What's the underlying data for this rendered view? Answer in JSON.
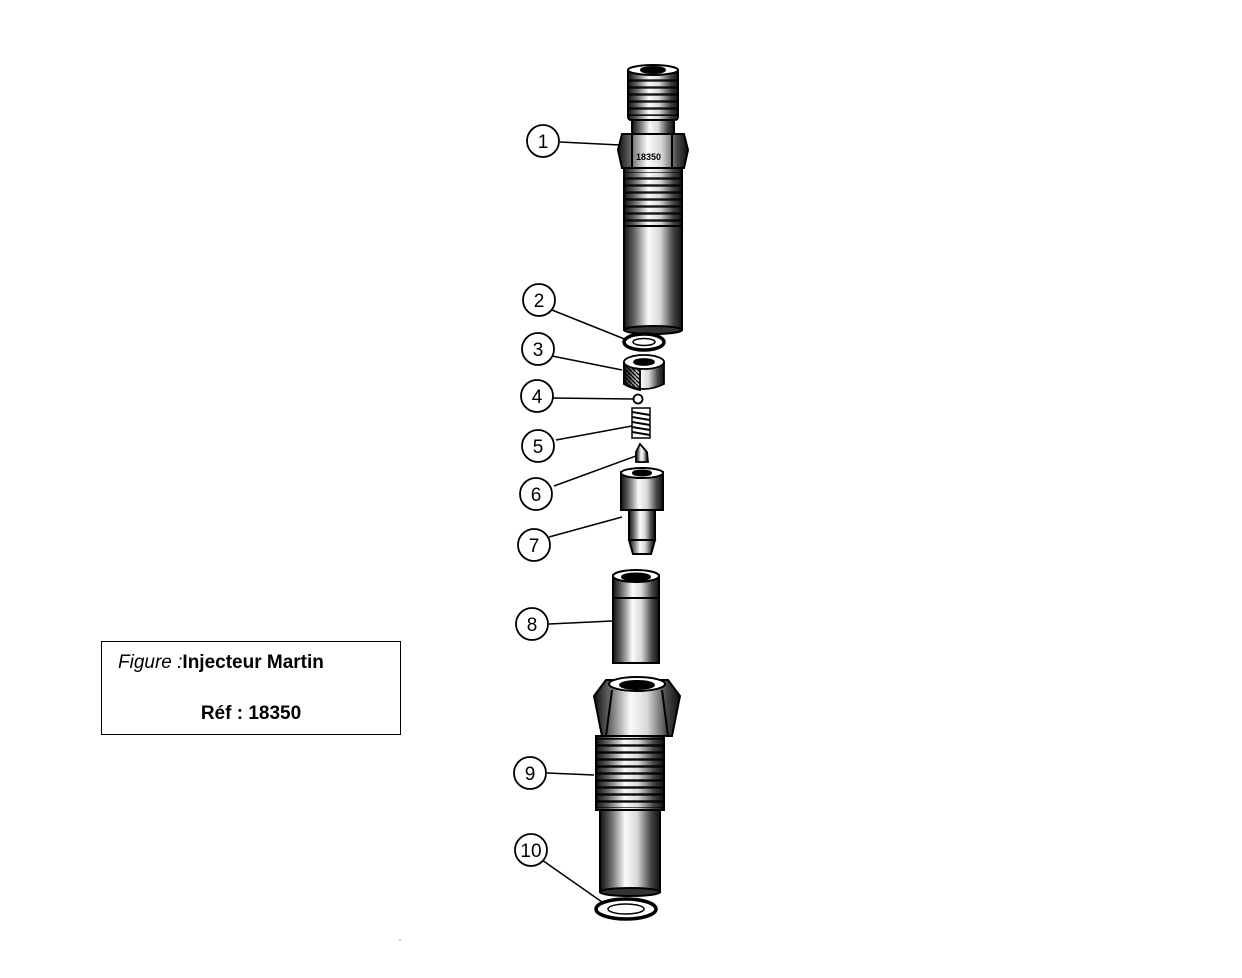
{
  "caption": {
    "figure_prefix": "Figure :",
    "title": "Injecteur Martin",
    "reference": "Réf : 18350"
  },
  "stamp_text": "18350",
  "callouts": [
    "1",
    "2",
    "3",
    "4",
    "5",
    "6",
    "7",
    "8",
    "9",
    "10"
  ],
  "colors": {
    "ink": "#000000",
    "paper": "#ffffff",
    "shade": "#444444"
  }
}
